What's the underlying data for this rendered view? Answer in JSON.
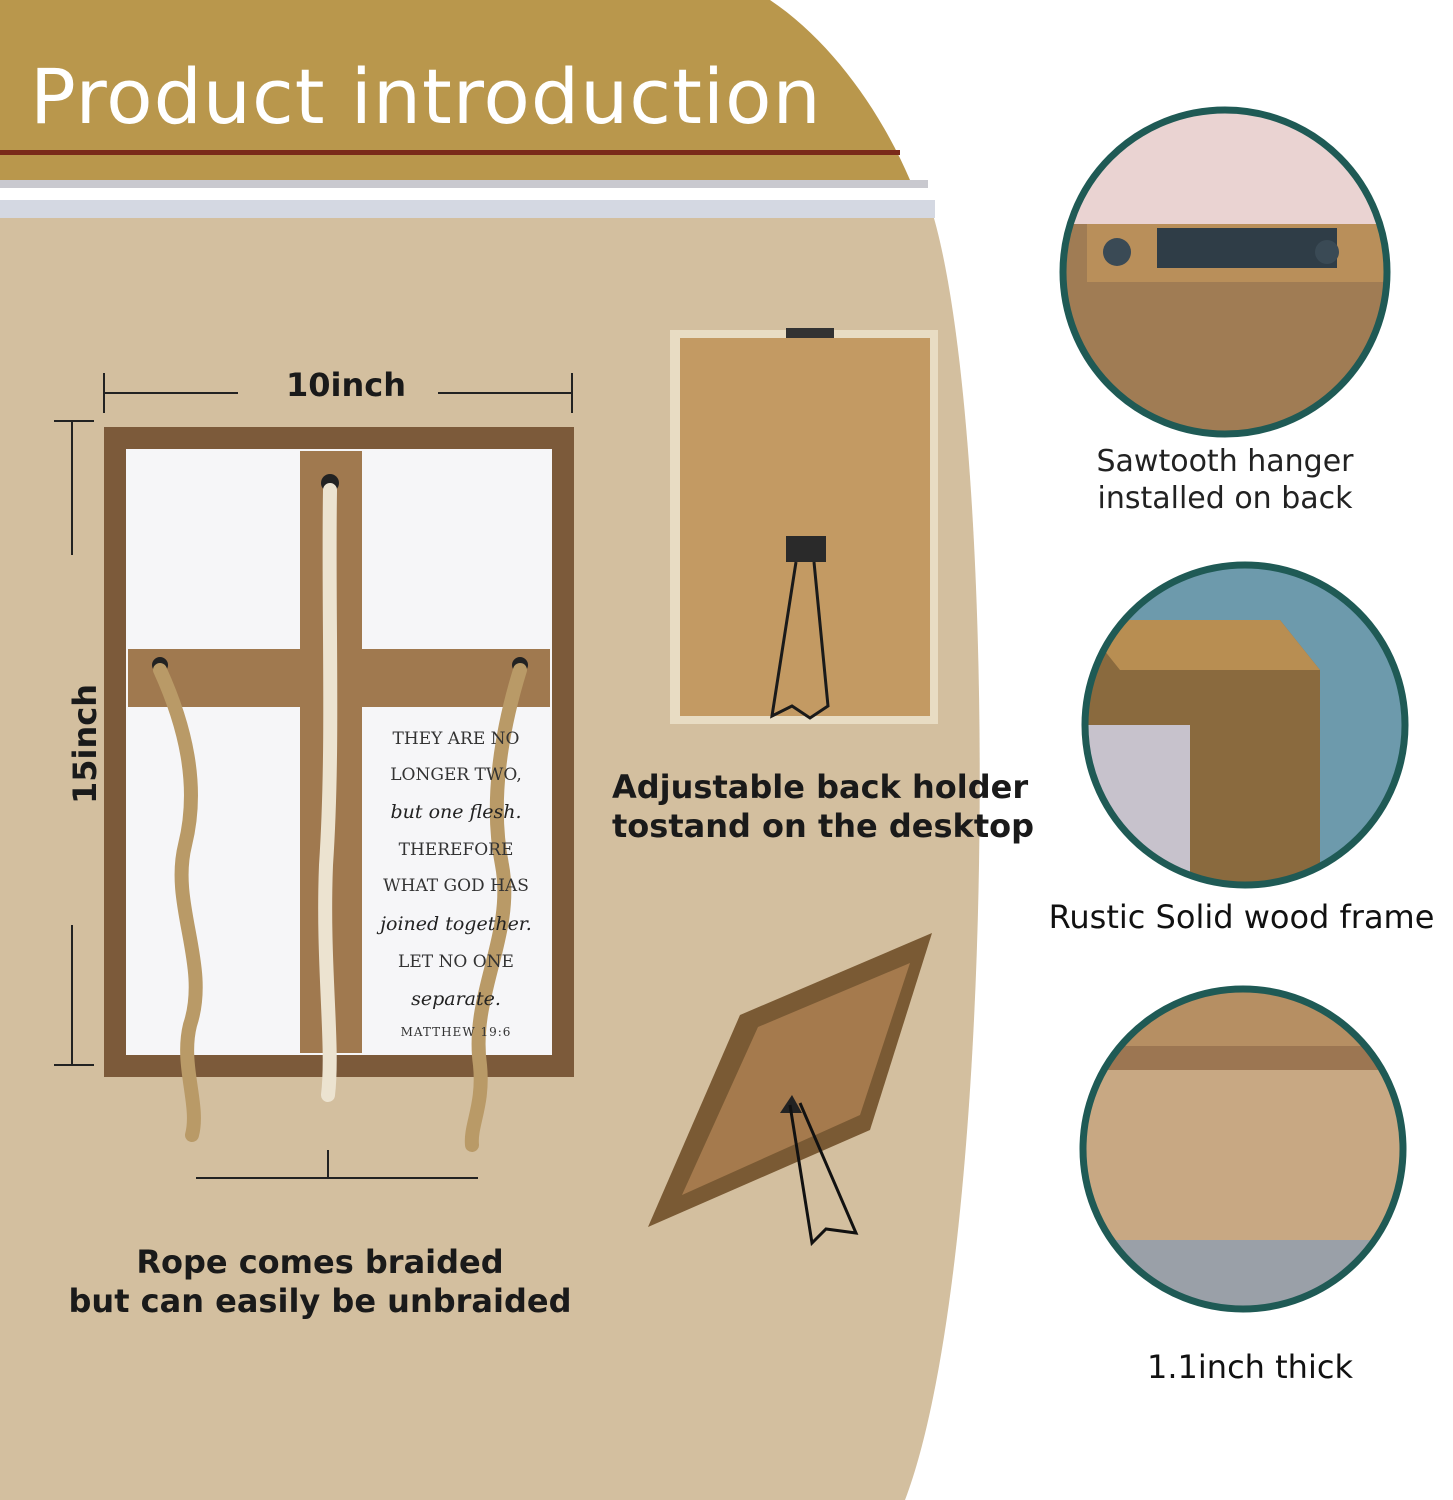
{
  "header": {
    "title": "Product introduction"
  },
  "dimensions": {
    "width_label": "10inch",
    "height_label": "15inch"
  },
  "verse": {
    "lines": [
      "THEY ARE NO",
      "LONGER TWO,",
      "but one flesh.",
      "THEREFORE",
      "WHAT GOD HAS",
      "joined together.",
      "LET NO ONE",
      "separate."
    ],
    "reference": "MATTHEW 19:6"
  },
  "captions": {
    "stand_line1": "Adjustable back holder",
    "stand_line2": "tostand on the desktop",
    "rope_line1": "Rope comes braided",
    "rope_line2": "but can easily be unbraided",
    "sawtooth_line1": "Sawtooth hanger",
    "sawtooth_line2": "installed on back",
    "rustic": "Rustic Solid wood frame",
    "thick": "1.1inch thick"
  },
  "colors": {
    "banner_gold": "#b9974c",
    "beige": "#d3bf9f",
    "wood": "#8b6a45",
    "circle_border": "#1f5a55"
  }
}
